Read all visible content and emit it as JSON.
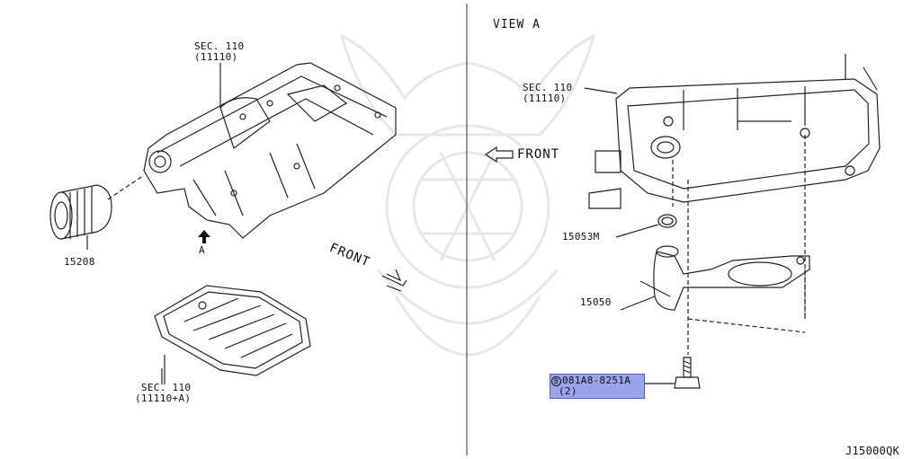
{
  "diagram": {
    "left": {
      "sec_upper": {
        "sec": "SEC. 110",
        "code": "(11110)"
      },
      "filter_part": "15208",
      "view_marker": "A",
      "front_label": "FRONT",
      "sec_lower": {
        "sec": "SEC. 110",
        "code": "(11110+A)"
      }
    },
    "right": {
      "view_title": "VIEW A",
      "sec": {
        "sec": "SEC. 110",
        "code": "(11110)"
      },
      "front_label": "FRONT",
      "gasket_part": "15053M",
      "strainer_part": "15050",
      "bolt": {
        "prefix": "B",
        "part": "081A8-8251A",
        "qty": "(2)"
      }
    },
    "figure_code": "J15000QK",
    "colors": {
      "line": "#222222",
      "highlight": "#9aa4ec",
      "watermark": "#e6e6e6"
    }
  }
}
